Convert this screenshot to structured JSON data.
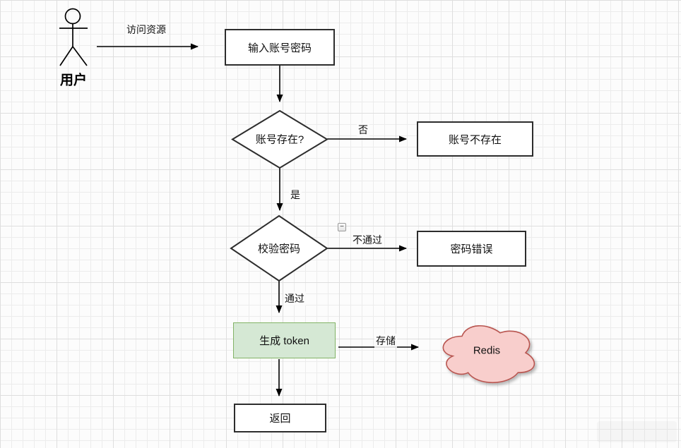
{
  "diagram": {
    "title": "login-token-flowchart",
    "actor": {
      "label": "用户"
    },
    "nodes": {
      "input_credentials": {
        "label": "输入账号密码",
        "type": "process"
      },
      "account_exists": {
        "label": "账号存在?",
        "type": "decision"
      },
      "account_not_exist": {
        "label": "账号不存在",
        "type": "process"
      },
      "verify_password": {
        "label": "校验密码",
        "type": "decision"
      },
      "password_error": {
        "label": "密码错误",
        "type": "process"
      },
      "generate_token": {
        "label": "生成 token",
        "type": "process-highlight"
      },
      "redis": {
        "label": "Redis",
        "type": "cloud"
      },
      "return": {
        "label": "返回",
        "type": "process"
      }
    },
    "edges": {
      "access_resource": {
        "label": "访问资源"
      },
      "no": {
        "label": "否"
      },
      "yes": {
        "label": "是"
      },
      "fail": {
        "label": "不通过"
      },
      "pass": {
        "label": "通过"
      },
      "store": {
        "label": "存储"
      }
    },
    "icons": {
      "collapse_glyph": "−"
    },
    "colors": {
      "node_border": "#2d2d2d",
      "node_fill": "#ffffff",
      "green_fill": "#d5e8d4",
      "green_border": "#82b366",
      "cloud_fill": "#f8cecc",
      "cloud_border": "#b85450",
      "arrow": "#000000"
    }
  }
}
